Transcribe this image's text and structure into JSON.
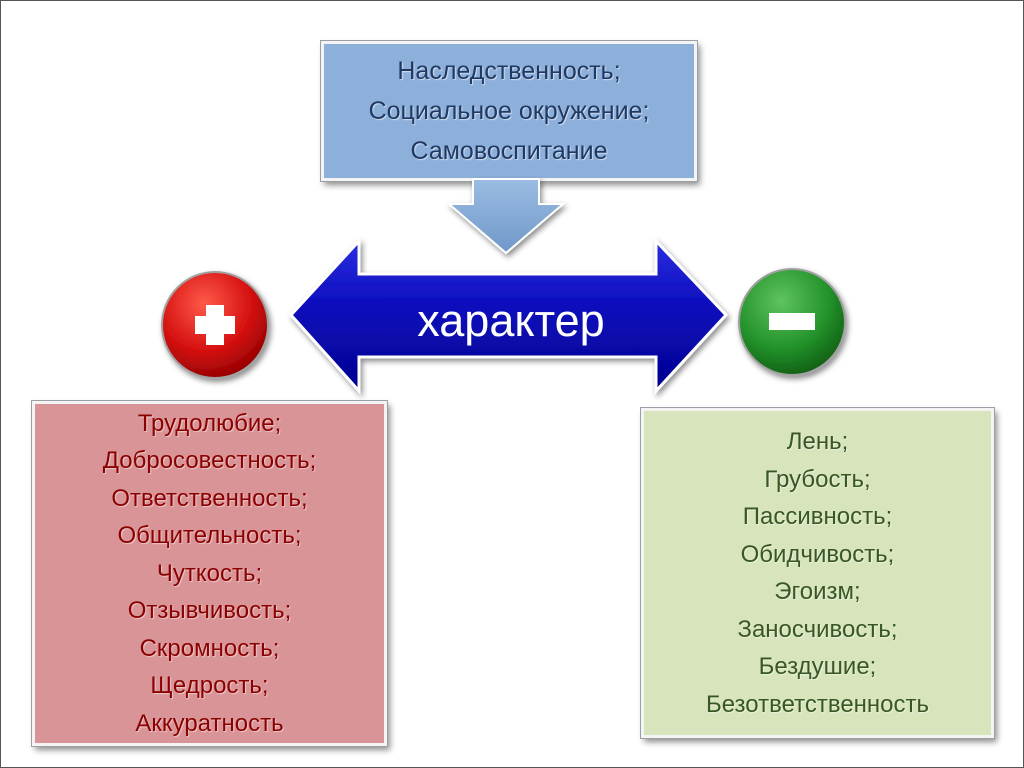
{
  "top_box": {
    "lines": [
      "Наследственность;",
      "Социальное окружение;",
      "Самовоспитание"
    ],
    "fill": "#8db0da",
    "text_color": "#1f3864"
  },
  "center": {
    "label": "характер",
    "arrow_color": "#0a0ab8"
  },
  "plus_icon": {
    "icon": "plus-icon",
    "color": "#cc0000"
  },
  "minus_icon": {
    "icon": "minus-icon",
    "color": "#1e8a1e"
  },
  "positive_box": {
    "lines": [
      "Трудолюбие;",
      "Добросовестность;",
      "Ответственность;",
      "Общительность;",
      "Чуткость;",
      "Отзывчивость;",
      "Скромность;",
      "Щедрость;",
      "Аккуратность"
    ],
    "fill": "#d99497",
    "text_color": "#8b0000"
  },
  "negative_box": {
    "lines": [
      "Лень;",
      "Грубость;",
      "Пассивность;",
      "Обидчивость;",
      "Эгоизм;",
      "Заносчивость;",
      "Бездушие;",
      "Безответственность"
    ],
    "fill": "#d7e4bc",
    "text_color": "#385723"
  }
}
